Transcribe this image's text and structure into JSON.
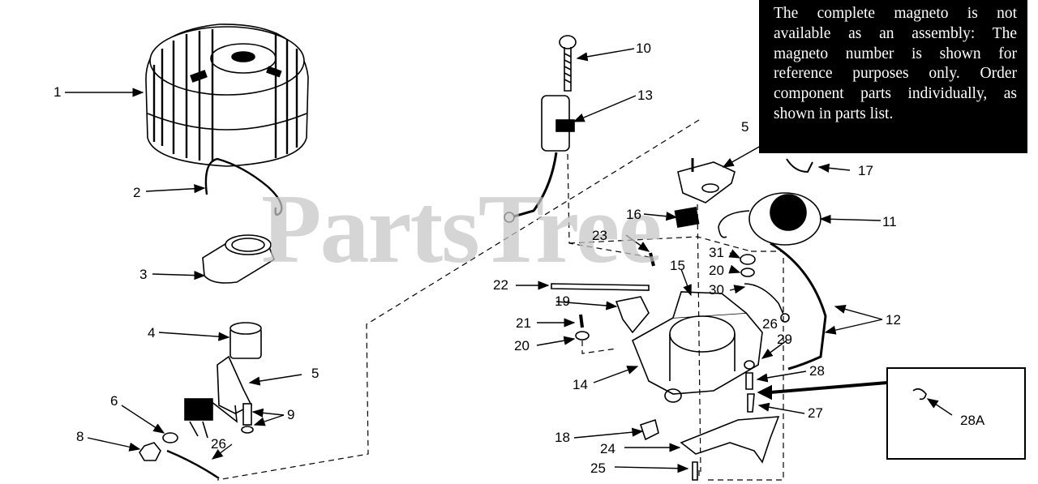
{
  "note": "The complete magneto is not available as an assembly: The magneto number is shown for reference purposes only. Order component parts individually, as shown in parts list.",
  "watermark": "PartsTree",
  "callouts": {
    "c1": "1",
    "c2": "2",
    "c3": "3",
    "c4": "4",
    "c5a": "5",
    "c5b": "5",
    "c6": "6",
    "c8": "8",
    "c9": "9",
    "c10": "10",
    "c11": "11",
    "c12": "12",
    "c13": "13",
    "c14": "14",
    "c15": "15",
    "c16": "16",
    "c17": "17",
    "c18": "18",
    "c19": "19",
    "c20a": "20",
    "c20b": "20",
    "c21": "21",
    "c22": "22",
    "c23": "23",
    "c24": "24",
    "c25": "25",
    "c26a": "26",
    "c26b": "26",
    "c27": "27",
    "c28": "28",
    "c28a": "28A",
    "c29": "29",
    "c30": "30",
    "c31": "31"
  }
}
